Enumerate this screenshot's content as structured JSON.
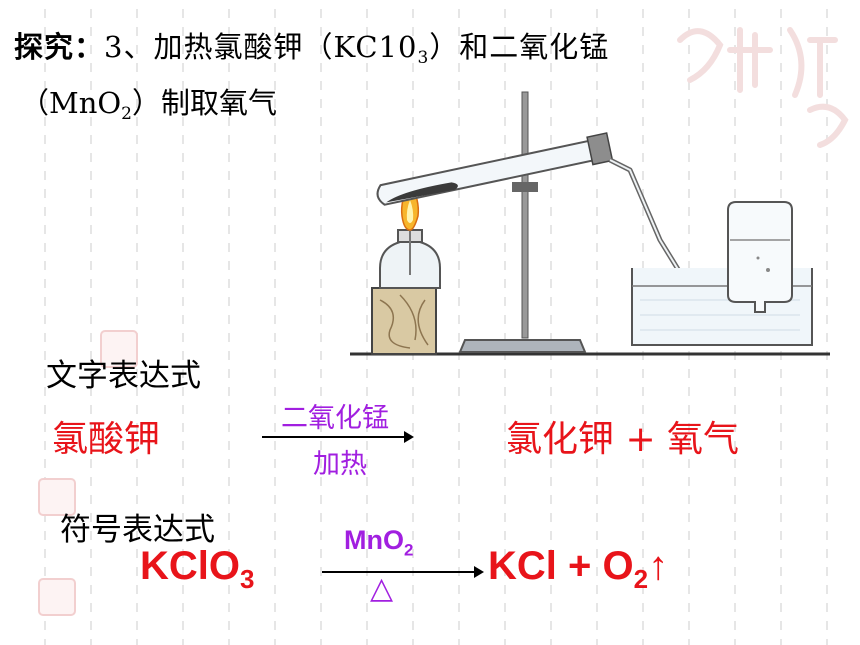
{
  "title": {
    "prefix": "探究：",
    "line1_main": "3、加热氯酸钾（KC10",
    "line1_sub": "3",
    "line1_end": "）和二氧化锰",
    "line2_main": "（MnO",
    "line2_sub": "2",
    "line2_end": "）制取氧气"
  },
  "word_equation": {
    "heading": "文字表达式",
    "reactant": "氯酸钾",
    "condition_top": "二氧化锰",
    "condition_bottom": "加热",
    "products": "氯化钾 + 氧气"
  },
  "symbol_equation": {
    "heading": "符号表达式",
    "reactant_main": "KClO",
    "reactant_sub": "3",
    "catalyst_main": "MnO",
    "catalyst_sub": "2",
    "heat_symbol": "△",
    "product_main": "KCl + O",
    "product_sub": "2",
    "gas_arrow": "↑"
  },
  "colors": {
    "red": "#e8141a",
    "purple": "#a11fe0"
  }
}
